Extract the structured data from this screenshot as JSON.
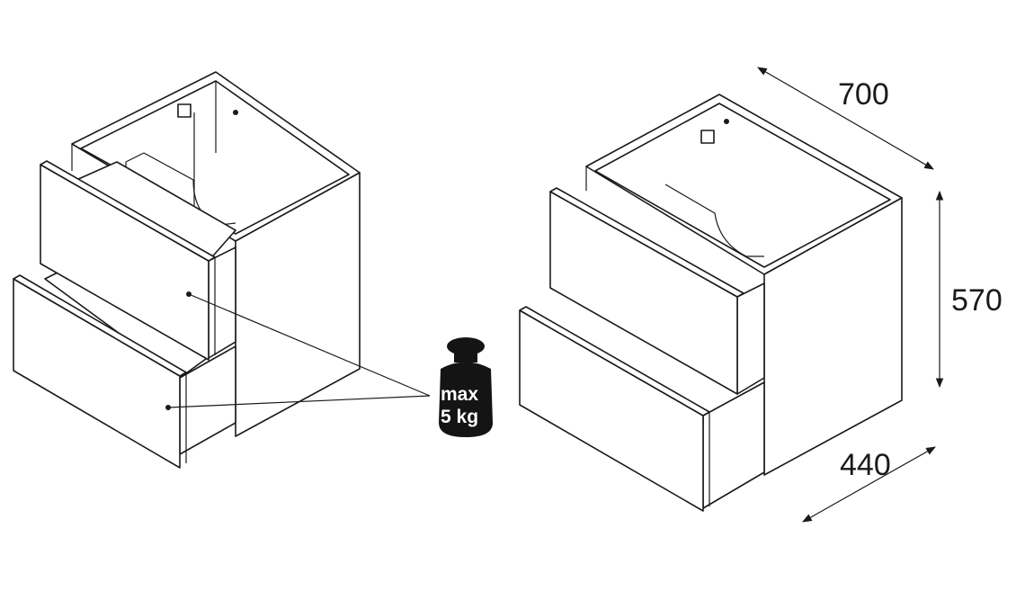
{
  "weight": {
    "line1": "max",
    "line2": "5 kg"
  },
  "dimensions": {
    "width": "700",
    "height": "570",
    "depth": "440"
  },
  "colors": {
    "line": "#1a1a1a",
    "weight": "#141414",
    "background": "#ffffff"
  }
}
